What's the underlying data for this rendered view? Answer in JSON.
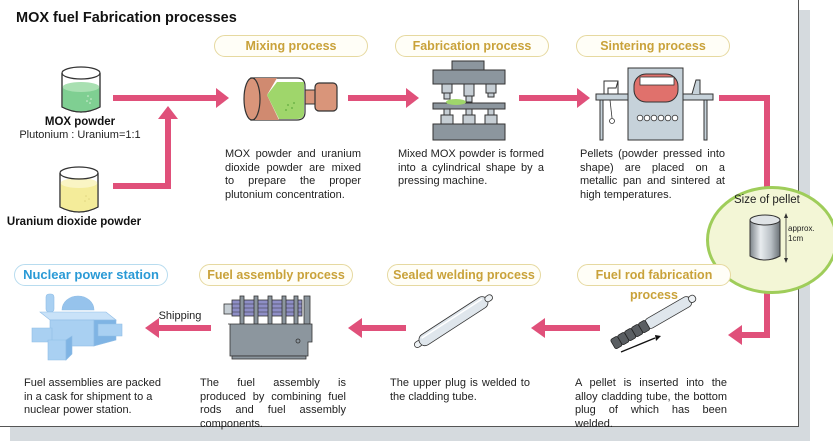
{
  "title": "MOX fuel Fabrication processes",
  "inputs": {
    "mox_powder": {
      "label": "MOX powder",
      "ratio": "Plutonium : Uranium=1:1"
    },
    "uranium_powder": {
      "label": "Uranium dioxide powder"
    }
  },
  "processes": {
    "mixing": {
      "title": "Mixing process",
      "description": "MOX powder and uranium dioxide powder are mixed to prepare the proper plutonium concentration."
    },
    "fabrication": {
      "title": "Fabrication process",
      "description": "Mixed MOX powder is formed into a cylindrical shape by a pressing machine."
    },
    "sintering": {
      "title": "Sintering process",
      "description": "Pellets (powder pressed into shape) are placed on a metallic pan and sintered at high temperatures."
    },
    "fuel_rod": {
      "title": "Fuel rod fabrication process",
      "description": "A pellet is inserted into the alloy cladding tube, the bottom plug of which has been welded."
    },
    "sealed_welding": {
      "title": "Sealed welding process",
      "description": "The upper plug is welded to the cladding tube."
    },
    "fuel_assembly": {
      "title": "Fuel assembly process",
      "description": "The fuel assembly is produced by combining fuel rods and fuel assembly components."
    },
    "power_station": {
      "title": "Nuclear power station",
      "description": "Fuel assemblies are packed in a cask for shipment to a nuclear power station."
    }
  },
  "pellet_size": {
    "title": "Size of pellet",
    "size_line1": "approx.",
    "size_line2": "1cm"
  },
  "shipping_label": "Shipping",
  "colors": {
    "arrow": "#e0507a",
    "pill_text": "#c9a23a",
    "station_text": "#2a9ad6",
    "bubble_border": "#9fcd5a"
  }
}
